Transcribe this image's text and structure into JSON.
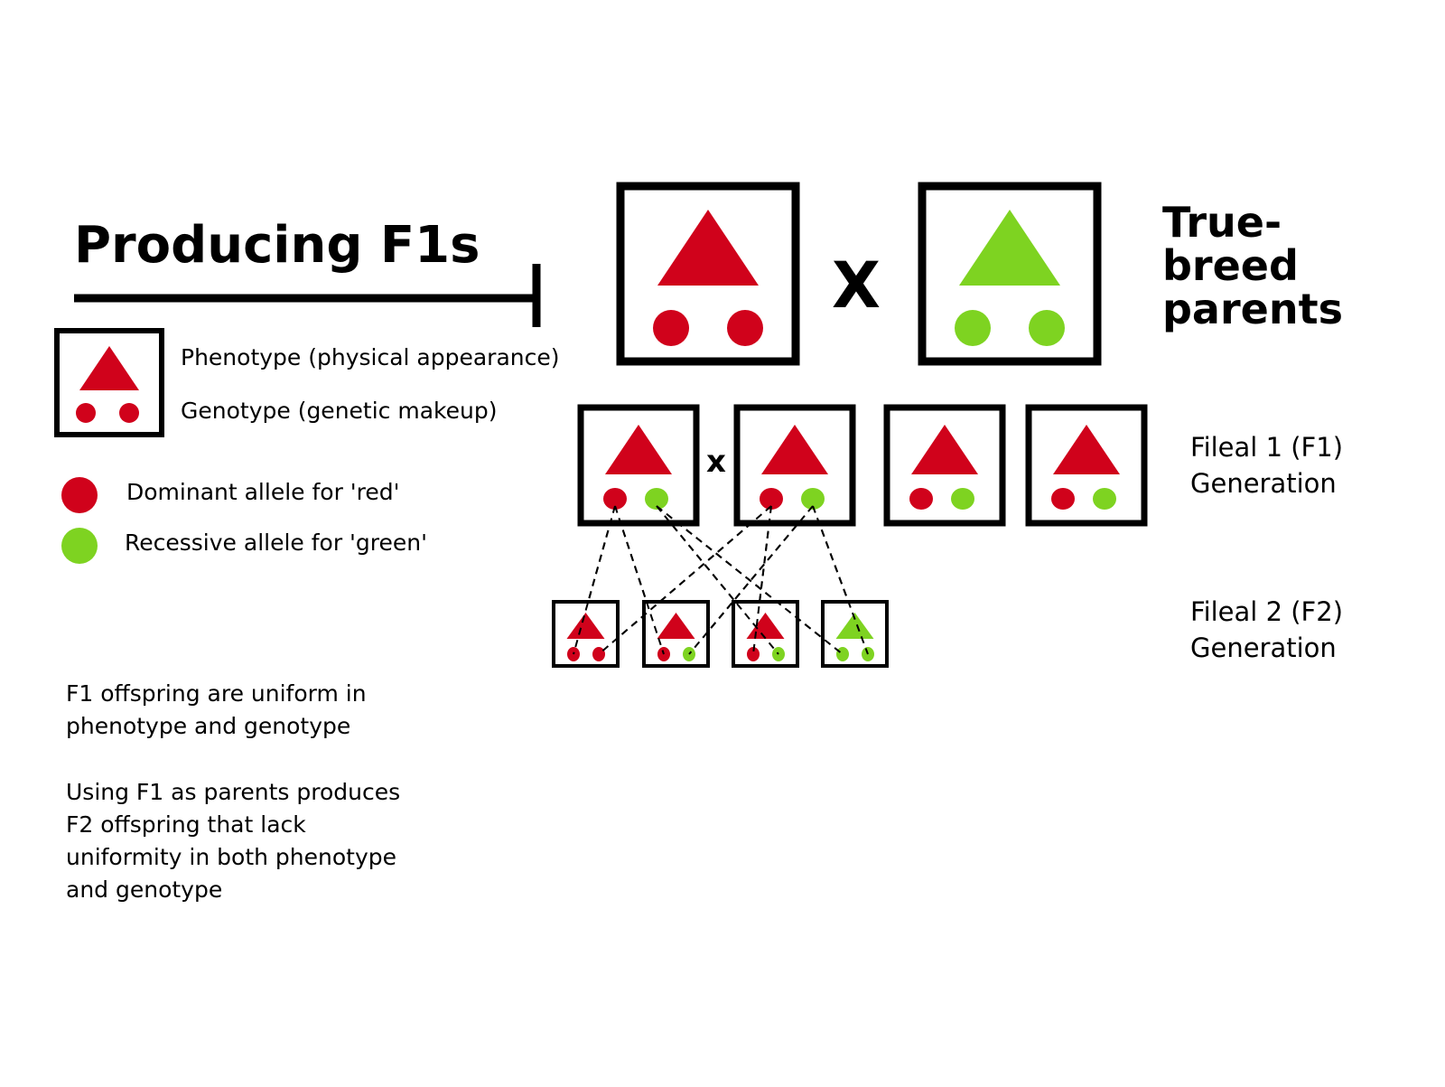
{
  "title": "Producing F1s",
  "cross_symbol": "X",
  "small_cross_symbol": "x",
  "parents_label": [
    "True-",
    "breed",
    "parents"
  ],
  "legend": {
    "phenotype": "Phenotype (physical appearance)",
    "genotype": "Genotype (genetic makeup)",
    "dominant": "Dominant allele for 'red'",
    "recessive": "Recessive allele for 'green'"
  },
  "f1_label": [
    "Fileal 1 (F1)",
    "Generation"
  ],
  "f2_label": [
    "Fileal 2 (F2)",
    "Generation"
  ],
  "notes": {
    "p1": [
      "F1 offspring are uniform in",
      "phenotype and genotype"
    ],
    "p2": [
      "Using F1 as parents produces",
      "F2 offspring that lack",
      "uniformity in both phenotype",
      "and genotype"
    ]
  },
  "colors": {
    "red": "#d0021b",
    "green": "#7ed321",
    "black": "#000000"
  },
  "parents": [
    {
      "phenotype": "red",
      "alleles": [
        "red",
        "red"
      ]
    },
    {
      "phenotype": "green",
      "alleles": [
        "green",
        "green"
      ]
    }
  ],
  "f1": [
    {
      "phenotype": "red",
      "alleles": [
        "red",
        "green"
      ]
    },
    {
      "phenotype": "red",
      "alleles": [
        "red",
        "green"
      ]
    },
    {
      "phenotype": "red",
      "alleles": [
        "red",
        "green"
      ]
    },
    {
      "phenotype": "red",
      "alleles": [
        "red",
        "green"
      ]
    }
  ],
  "f2": [
    {
      "phenotype": "red",
      "alleles": [
        "red",
        "red"
      ]
    },
    {
      "phenotype": "red",
      "alleles": [
        "red",
        "green"
      ]
    },
    {
      "phenotype": "red",
      "alleles": [
        "red",
        "green"
      ]
    },
    {
      "phenotype": "green",
      "alleles": [
        "green",
        "green"
      ]
    }
  ]
}
